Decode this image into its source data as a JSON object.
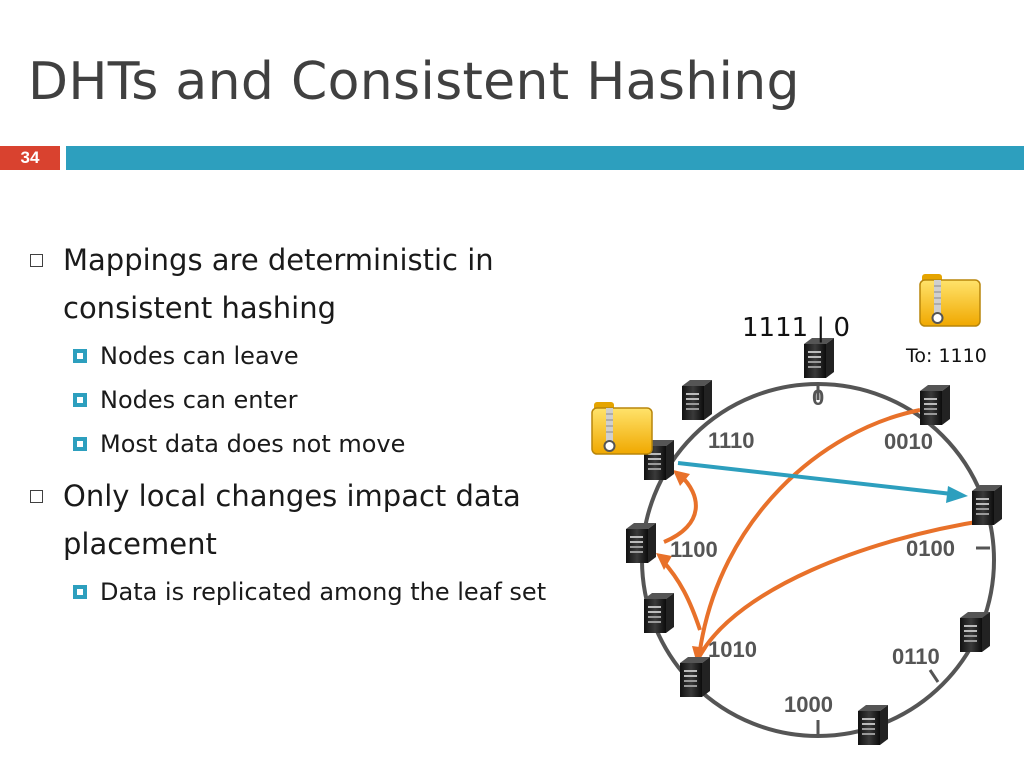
{
  "slide": {
    "title": "DHTs and Consistent Hashing",
    "number": "34"
  },
  "bullets": [
    {
      "text": "Mappings are deterministic in consistent hashing",
      "sub": [
        "Nodes can leave",
        "Nodes can enter",
        "Most data does not move"
      ]
    },
    {
      "text": "Only local changes impact data placement",
      "sub": [
        "Data is replicated among the leaf set"
      ]
    }
  ],
  "diagram": {
    "ring_top_label": "1111 | 0",
    "zero_label": "0",
    "node_labels": [
      "1110",
      "0010",
      "1100",
      "0100",
      "1010",
      "0110",
      "1000"
    ],
    "file_destination": "To: 1110",
    "colors": {
      "ring": "#555555",
      "orange_arrow": "#e8712a",
      "teal_arrow": "#2d9fbe",
      "folder": "#f5c518"
    },
    "icons": [
      "server-icon",
      "zip-folder-icon"
    ]
  }
}
